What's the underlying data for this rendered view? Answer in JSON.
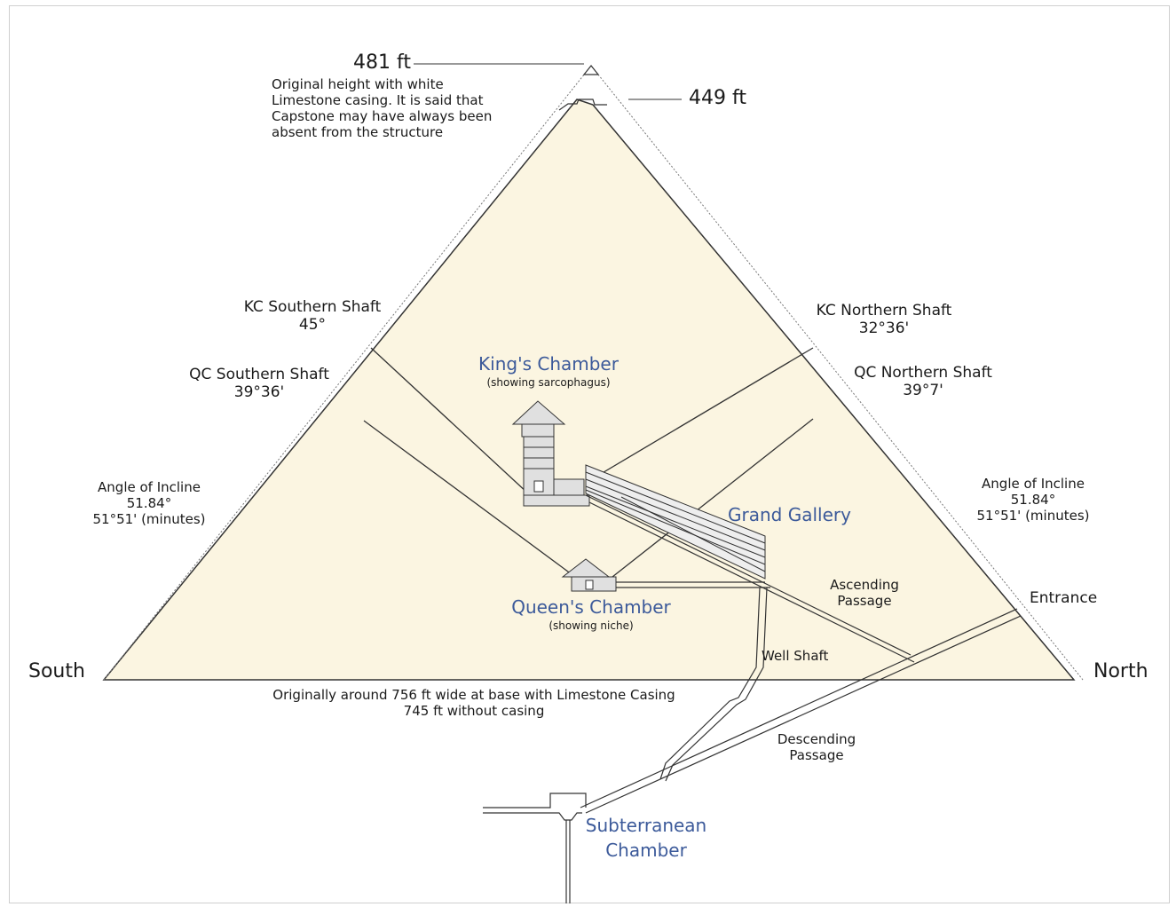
{
  "colors": {
    "fill": "#fbf5e1",
    "stroke": "#333333",
    "label_blue": "#3c5a9a"
  },
  "peak": {
    "height_orig": "481 ft",
    "height_orig_note": [
      "Original height with white",
      "Limestone casing. It is said that",
      "Capstone may have always been",
      "absent from the structure"
    ],
    "height_now": "449 ft"
  },
  "shafts": {
    "kc_south": {
      "name": "KC Southern Shaft",
      "angle": "45°"
    },
    "kc_north": {
      "name": "KC Northern Shaft",
      "angle": "32°36'"
    },
    "qc_south": {
      "name": "QC Southern Shaft",
      "angle": "39°36'"
    },
    "qc_north": {
      "name": "QC Northern Shaft",
      "angle": "39°7'"
    }
  },
  "incline_south": {
    "title": "Angle of Incline",
    "deg": "51.84°",
    "min": "51°51' (minutes)"
  },
  "incline_north": {
    "title": "Angle of Incline",
    "deg": "51.84°",
    "min": "51°51' (minutes)"
  },
  "chambers": {
    "king": {
      "name": "King's Chamber",
      "sub": "(showing sarcophagus)"
    },
    "queen": {
      "name": "Queen's Chamber",
      "sub": "(showing niche)"
    },
    "subterranean": {
      "line1": "Subterranean",
      "line2": "Chamber"
    }
  },
  "passages": {
    "grand_gallery": "Grand Gallery",
    "ascending": [
      "Ascending",
      "Passage"
    ],
    "descending": [
      "Descending",
      "Passage"
    ],
    "well_shaft": "Well Shaft",
    "entrance": "Entrance"
  },
  "directions": {
    "south": "South",
    "north": "North"
  },
  "base": {
    "line1": "Originally around 756 ft wide at base with Limestone Casing",
    "line2": "745 ft without casing"
  }
}
